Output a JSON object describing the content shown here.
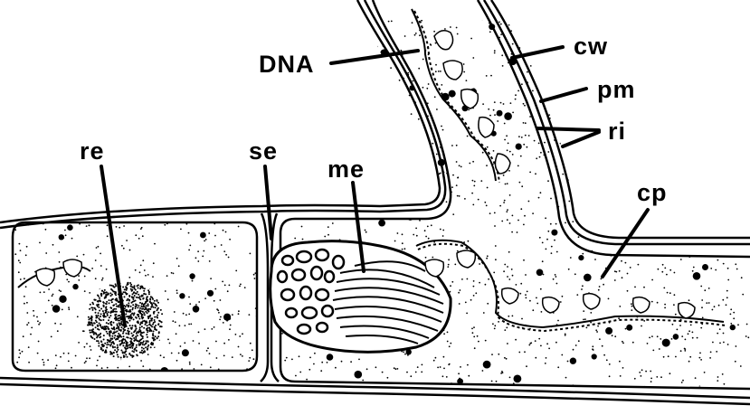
{
  "labels": {
    "dna": "DNA",
    "cw": "cw",
    "pm": "pm",
    "ri": "ri",
    "re": "re",
    "se": "se",
    "me": "me",
    "cp": "cp"
  },
  "colors": {
    "ink": "#000000",
    "paper": "#ffffff"
  }
}
